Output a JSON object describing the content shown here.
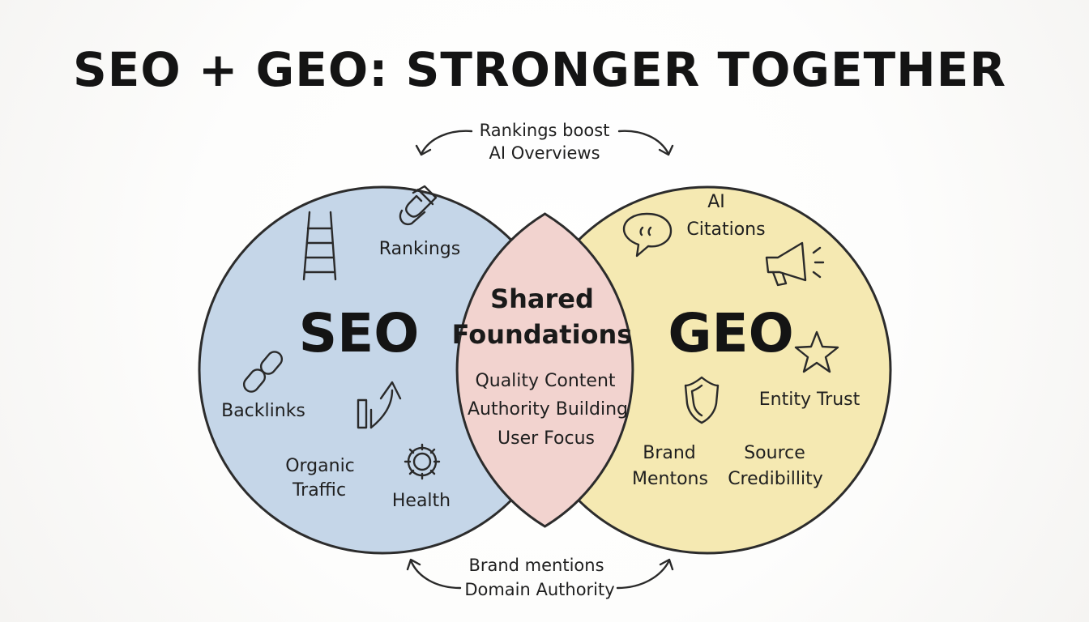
{
  "title": "SEO + GEO: STRONGER TOGETHER",
  "top_note": {
    "line1": "Rankings boost",
    "line2": "AI Overviews"
  },
  "bottom_note": {
    "line1": "Brand mentions",
    "line2": "Domain Authority"
  },
  "seo": {
    "label": "SEO",
    "color": "#c5d6e8",
    "items": {
      "rankings": "Rankings",
      "backlinks": "Backlinks",
      "organic_traffic_1": "Organic",
      "organic_traffic_2": "Traffic",
      "health": "Health"
    },
    "icons": [
      "ladder-icon",
      "magnet-icon",
      "chain-link-icon",
      "growth-arrow-icon",
      "gear-icon"
    ]
  },
  "geo": {
    "label": "GEO",
    "color": "#f5e9b2",
    "items": {
      "ai_citations_1": "AI",
      "ai_citations_2": "Citations",
      "entity_trust": "Entity Trust",
      "brand_mentions_1": "Brand",
      "brand_mentions_2": "Mentons",
      "source_credibility_1": "Source",
      "source_credibility_2": "Credibillity"
    },
    "icons": [
      "quote-bubble-icon",
      "megaphone-icon",
      "star-icon",
      "shield-icon"
    ]
  },
  "shared": {
    "title_line1": "Shared",
    "title_line2": "Foundations",
    "color": "#f2d3cf",
    "items": [
      "Quality Content",
      "Authority Building",
      "User Focus"
    ]
  }
}
